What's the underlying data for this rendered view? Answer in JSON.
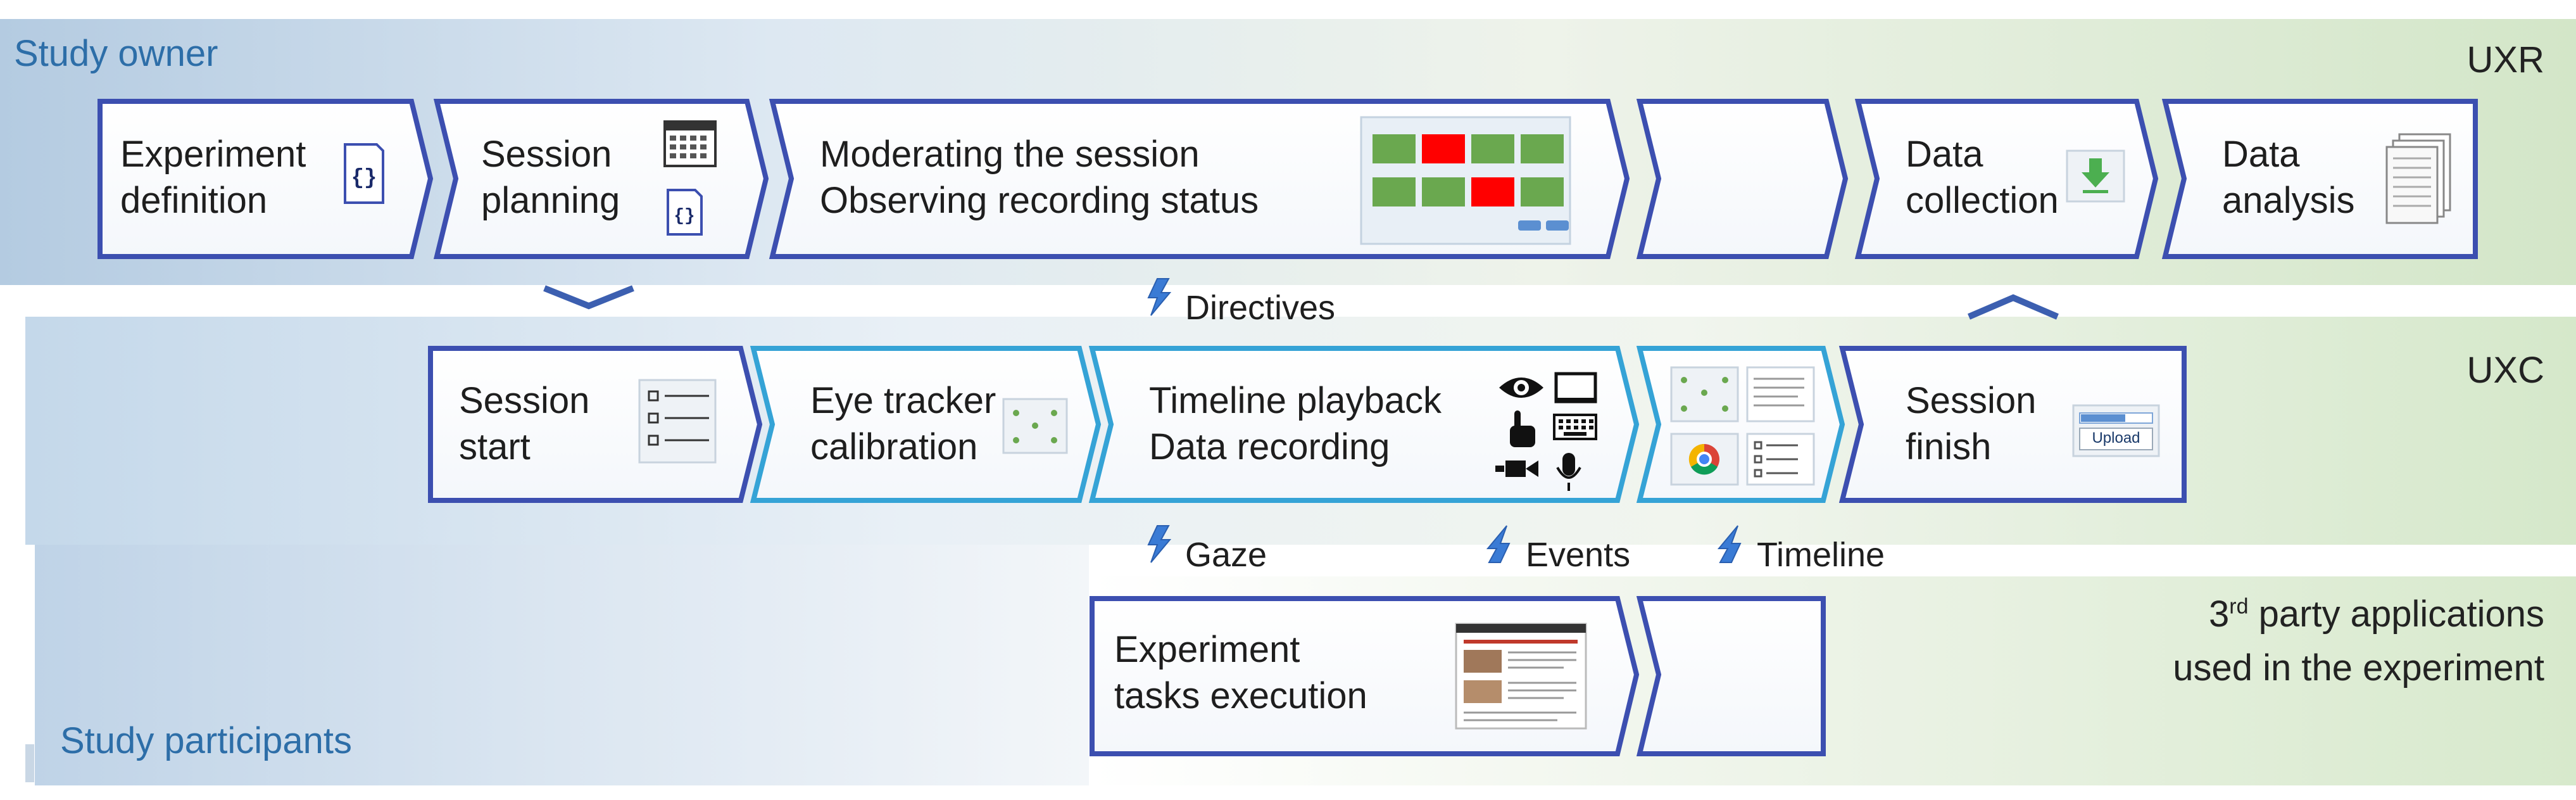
{
  "rows": {
    "uxr": {
      "left_label": "Study owner",
      "right_label": "UXR"
    },
    "uxc": {
      "right_label": "UXC"
    },
    "third_party": {
      "label_line1_base": "3",
      "label_line1_sup": "rd",
      "label_line1_rest": " party applications",
      "label_line2": "used in the experiment"
    },
    "participants": {
      "left_label": "Study participants"
    }
  },
  "uxr_steps": [
    {
      "line1": "Experiment",
      "line2": "definition",
      "icon": "code-braces-icon"
    },
    {
      "line1": "Session",
      "line2": "planning",
      "icon": "calendar-icon"
    },
    {
      "line1": "Moderating the session",
      "line2": "Observing recording status",
      "icon": "recording-status-grid-icon"
    },
    {
      "line1": "",
      "line2": "",
      "icon": ""
    },
    {
      "line1": "Data",
      "line2": "collection",
      "icon": "download-icon"
    },
    {
      "line1": "Data",
      "line2": "analysis",
      "icon": "documents-stack-icon"
    }
  ],
  "uxc_steps": [
    {
      "line1": "Session",
      "line2": "start",
      "icon": "checklist-icon"
    },
    {
      "line1": "Eye tracker",
      "line2": "calibration",
      "icon": "calibration-points-icon"
    },
    {
      "line1": "Timeline playback",
      "line2": "Data recording",
      "icon": "sensors-icon"
    },
    {
      "line1": "",
      "line2": "",
      "icon": "timeline-thumbnails-icon"
    },
    {
      "line1": "Session",
      "line2": "finish",
      "icon": "upload-icon",
      "button_label": "Upload"
    }
  ],
  "third_steps": [
    {
      "line1": "Experiment",
      "line2": "tasks execution",
      "icon": "webpage-screenshot-icon"
    },
    {
      "line1": "",
      "line2": "",
      "icon": ""
    }
  ],
  "signals": {
    "directives": "Directives",
    "gaze": "Gaze",
    "events": "Events",
    "timeline": "Timeline"
  },
  "colors": {
    "box_border": "#3c4fb0",
    "box_border_light": "#35a3d6",
    "lightning": "#3a7bd5",
    "status_green": "#6aa84f",
    "status_red": "#ff0000",
    "row_label_blue": "#2d6ea8"
  }
}
